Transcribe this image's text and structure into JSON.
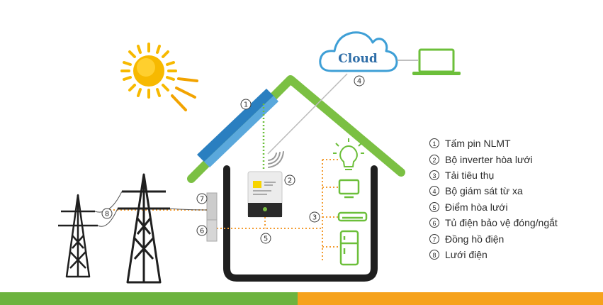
{
  "diagram": {
    "cloud_label": "Cloud",
    "callouts": {
      "solar_panel": "1",
      "inverter": "2",
      "loads": "3",
      "monitoring": "4",
      "grid_point": "5",
      "protection_cabinet": "6",
      "meter": "7",
      "grid": "8"
    },
    "legend": [
      {
        "num": "1",
        "label": "Tấm pin NLMT"
      },
      {
        "num": "2",
        "label": "Bộ inverter hòa lưới"
      },
      {
        "num": "3",
        "label": "Tải tiêu thụ"
      },
      {
        "num": "4",
        "label": "Bộ giám sát từ xa"
      },
      {
        "num": "5",
        "label": "Điểm hòa lưới"
      },
      {
        "num": "6",
        "label": "Tủ điện bảo vệ đóng/ngắt"
      },
      {
        "num": "7",
        "label": "Đồng hồ điện"
      },
      {
        "num": "8",
        "label": "Lưới điện"
      }
    ]
  },
  "colors": {
    "house_green": "#6cbf3a",
    "roof_green": "#7bc043",
    "cloud_blue": "#3e9fd6",
    "panel_blue": "#2a7fc0",
    "sun_yellow": "#f7b900",
    "wire_orange": "#f39c31",
    "house_base": "#1f1f1f",
    "footer_green": "#6db33f",
    "footer_orange": "#f6a21c"
  }
}
